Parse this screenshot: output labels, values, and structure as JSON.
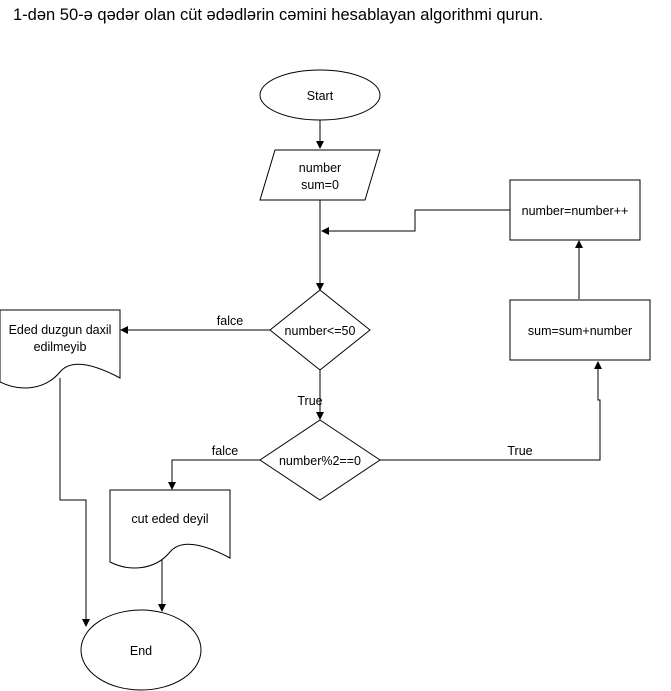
{
  "title": "1-dən 50-ə qədər olan cüt ədədlərin cəmini hesablayan algorithmi qurun.",
  "nodes": {
    "start": "Start",
    "input_line1": "number",
    "input_line2": "sum=0",
    "increment": "number=number++",
    "decision1": "number<=50",
    "error_line1": "Eded duzgun daxil",
    "error_line2": "edilmeyib",
    "sum_update": "sum=sum+number",
    "decision2": "number%2==0",
    "not_even": "cut eded deyil",
    "end": "End"
  },
  "edges": {
    "d1_false": "falce",
    "d1_true": "True",
    "d2_false": "falce",
    "d2_true": "True"
  }
}
